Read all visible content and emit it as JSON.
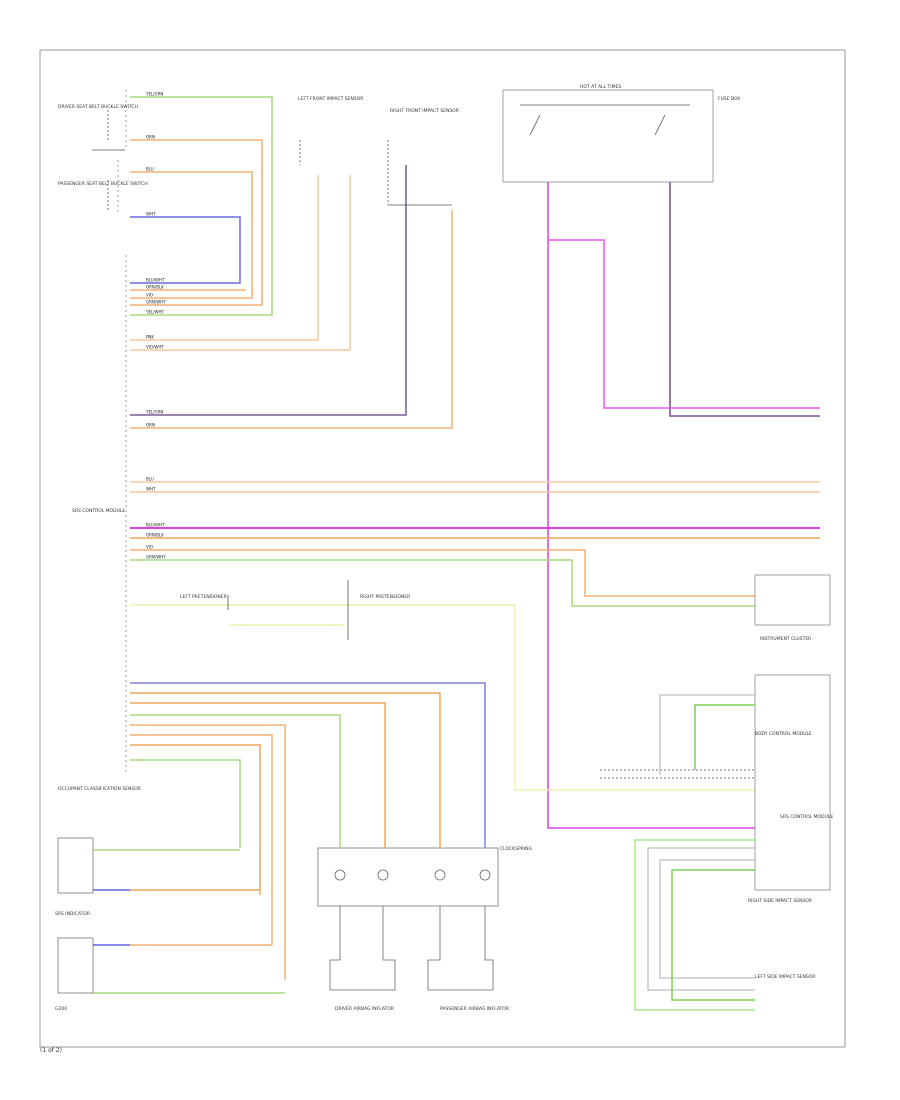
{
  "page": {
    "footer_label": "(1 of 2)"
  },
  "colors": {
    "green": "#7ed05a",
    "orange": "#f4a35a",
    "blue": "#6060e0",
    "violet": "#7a5a90",
    "magenta": "#e040e0",
    "yellow": "#e8e87a",
    "gray": "#8a8a8a"
  },
  "labels": {
    "module_main": "SRS CONTROL MODULE",
    "module_right": "SRS CONTROL MODULE",
    "clockspring": "CLOCKSPRING",
    "occupant_sensor": "OCCUPANT CLASSIFICATION SENSOR",
    "driver_inflator": "DRIVER AIRBAG INFLATOR",
    "pass_inflator": "PASSENGER AIRBAG INFLATOR",
    "driver_buckle": "DRIVER SEAT BELT BUCKLE SWITCH",
    "pass_buckle": "PASSENGER SEAT BELT BUCKLE SWITCH",
    "left_sensor": "LEFT FRONT IMPACT SENSOR",
    "right_sensor": "RIGHT FRONT IMPACT SENSOR",
    "left_side_sensor": "LEFT SIDE IMPACT SENSOR",
    "right_side_sensor": "RIGHT SIDE IMPACT SENSOR",
    "warning_lamp": "SRS INDICATOR",
    "instrument_cluster": "INSTRUMENT CLUSTER",
    "body_module": "BODY CONTROL MODULE",
    "ground": "G200",
    "fuse_box": "FUSE BOX",
    "hot_at_all_times": "HOT AT ALL TIMES",
    "pretensioner_l": "LEFT PRETENSIONER",
    "pretensioner_r": "RIGHT PRETENSIONER"
  },
  "wires": [
    {
      "color": "YEL/GRN"
    },
    {
      "color": "ORN"
    },
    {
      "color": "BLU"
    },
    {
      "color": "WHT"
    },
    {
      "color": "BLU/WHT"
    },
    {
      "color": "ORN/BLK"
    },
    {
      "color": "VIO"
    },
    {
      "color": "GRN/WHT"
    },
    {
      "color": "YEL/WHT"
    },
    {
      "color": "PNK"
    },
    {
      "color": "VIO/WHT"
    }
  ]
}
